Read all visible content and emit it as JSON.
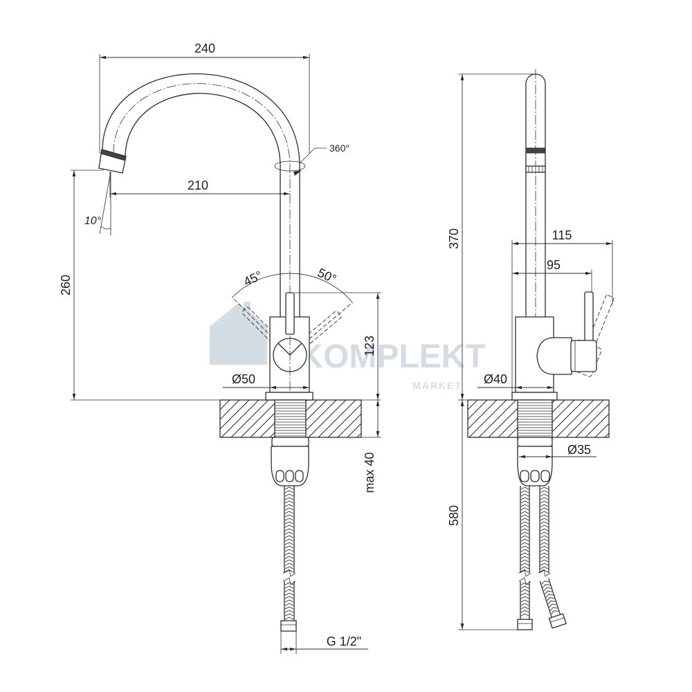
{
  "drawing": {
    "front_view": {
      "overall_width": "240",
      "swivel_angle": "360°",
      "spout_reach": "210",
      "nozzle_angle": "10°",
      "spout_height": "260",
      "lever_angle_left": "45°",
      "lever_angle_right": "50°",
      "body_height": "123",
      "body_diameter": "Ø50",
      "max_countertop": "max 40",
      "connection_thread": "G 1/2\""
    },
    "side_view": {
      "overall_height": "370",
      "overall_depth": "115",
      "handle_depth": "95",
      "body_diameter": "Ø40",
      "shank_diameter": "Ø35",
      "hose_length": "580"
    }
  },
  "watermark": {
    "brand": "KOMPLEKT",
    "tagline": "MARKET",
    "icon": "house-icon"
  },
  "colors": {
    "line": "#2b2b2b",
    "watermark": "#c5d2da"
  }
}
